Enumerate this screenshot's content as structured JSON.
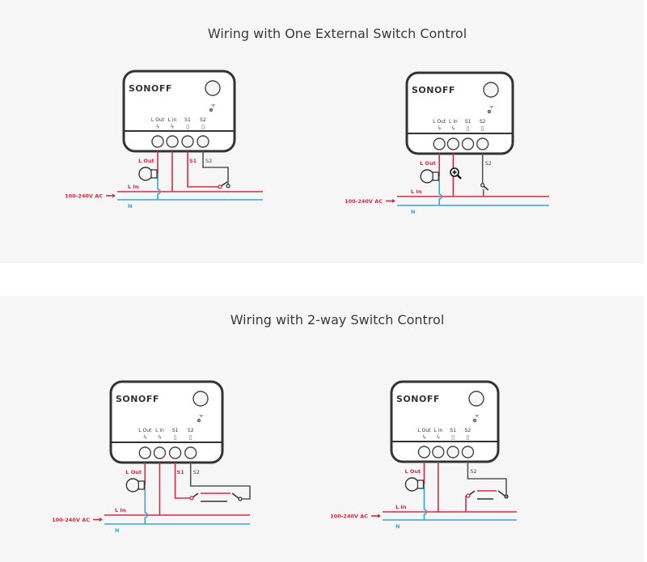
{
  "sections": [
    {
      "title": "Wiring with One External Switch Control"
    },
    {
      "title": "Wiring with 2-way Switch Control"
    }
  ],
  "device": {
    "brand": "SONOFF",
    "terminals": [
      "L Out",
      "L in",
      "S1",
      "S2"
    ]
  },
  "wire_labels": {
    "l_out": "L Out",
    "s1": "S1",
    "s2": "S2",
    "l_in": "L In",
    "n": "N",
    "voltage": "100-240V AC"
  },
  "diagrams": [
    {
      "section": 0,
      "variant": "single-switch-s1"
    },
    {
      "section": 0,
      "variant": "single-switch-live"
    },
    {
      "section": 1,
      "variant": "two-way-s1"
    },
    {
      "section": 1,
      "variant": "two-way-live"
    }
  ],
  "colors": {
    "live": "#d62a42",
    "neutral": "#3aa3d8",
    "switch_wire": "#555555",
    "device": "#333333",
    "background": "#f6f6f6"
  },
  "cursor": {
    "icon": "zoom-in-cursor-icon"
  }
}
